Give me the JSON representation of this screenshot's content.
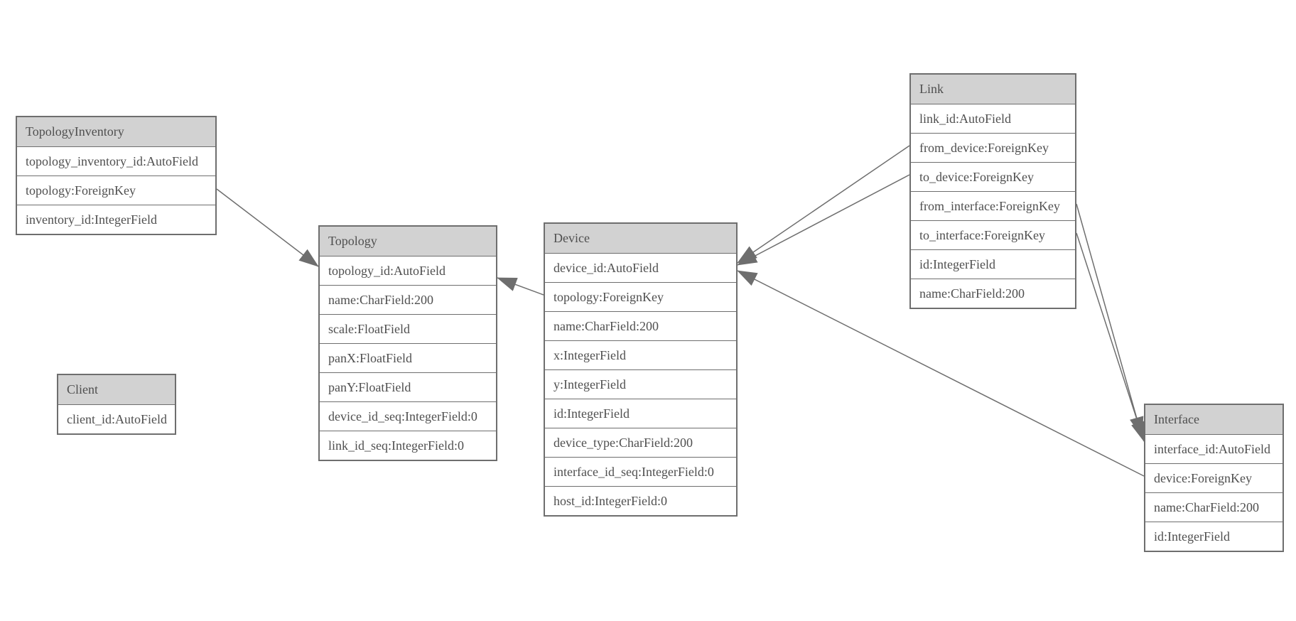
{
  "diagram": {
    "background_color": "#ffffff",
    "border_color": "#6e6e6e",
    "header_fill_color": "#d2d2d2",
    "text_color": "#4f4f4f",
    "connector_color": "#6e6e6e"
  },
  "entities": [
    {
      "name": "TopologyInventory",
      "fields": [
        "topology_inventory_id:AutoField",
        "topology:ForeignKey",
        "inventory_id:IntegerField"
      ]
    },
    {
      "name": "Topology",
      "fields": [
        "topology_id:AutoField",
        "name:CharField:200",
        "scale:FloatField",
        "panX:FloatField",
        "panY:FloatField",
        "device_id_seq:IntegerField:0",
        "link_id_seq:IntegerField:0"
      ]
    },
    {
      "name": "Client",
      "fields": [
        "client_id:AutoField"
      ]
    },
    {
      "name": "Device",
      "fields": [
        "device_id:AutoField",
        "topology:ForeignKey",
        "name:CharField:200",
        "x:IntegerField",
        "y:IntegerField",
        "id:IntegerField",
        "device_type:CharField:200",
        "interface_id_seq:IntegerField:0",
        "host_id:IntegerField:0"
      ]
    },
    {
      "name": "Link",
      "fields": [
        "link_id:AutoField",
        "from_device:ForeignKey",
        "to_device:ForeignKey",
        "from_interface:ForeignKey",
        "to_interface:ForeignKey",
        "id:IntegerField",
        "name:CharField:200"
      ]
    },
    {
      "name": "Interface",
      "fields": [
        "interface_id:AutoField",
        "device:ForeignKey",
        "name:CharField:200",
        "id:IntegerField"
      ]
    }
  ],
  "relationships": [
    {
      "from": "TopologyInventory.topology",
      "to": "Topology.topology_id"
    },
    {
      "from": "Device.topology",
      "to": "Topology.topology_id"
    },
    {
      "from": "Link.from_device",
      "to": "Device.device_id"
    },
    {
      "from": "Link.to_device",
      "to": "Device.device_id"
    },
    {
      "from": "Link.from_interface",
      "to": "Interface.interface_id"
    },
    {
      "from": "Link.to_interface",
      "to": "Interface.interface_id"
    },
    {
      "from": "Interface.device",
      "to": "Device.device_id"
    }
  ]
}
